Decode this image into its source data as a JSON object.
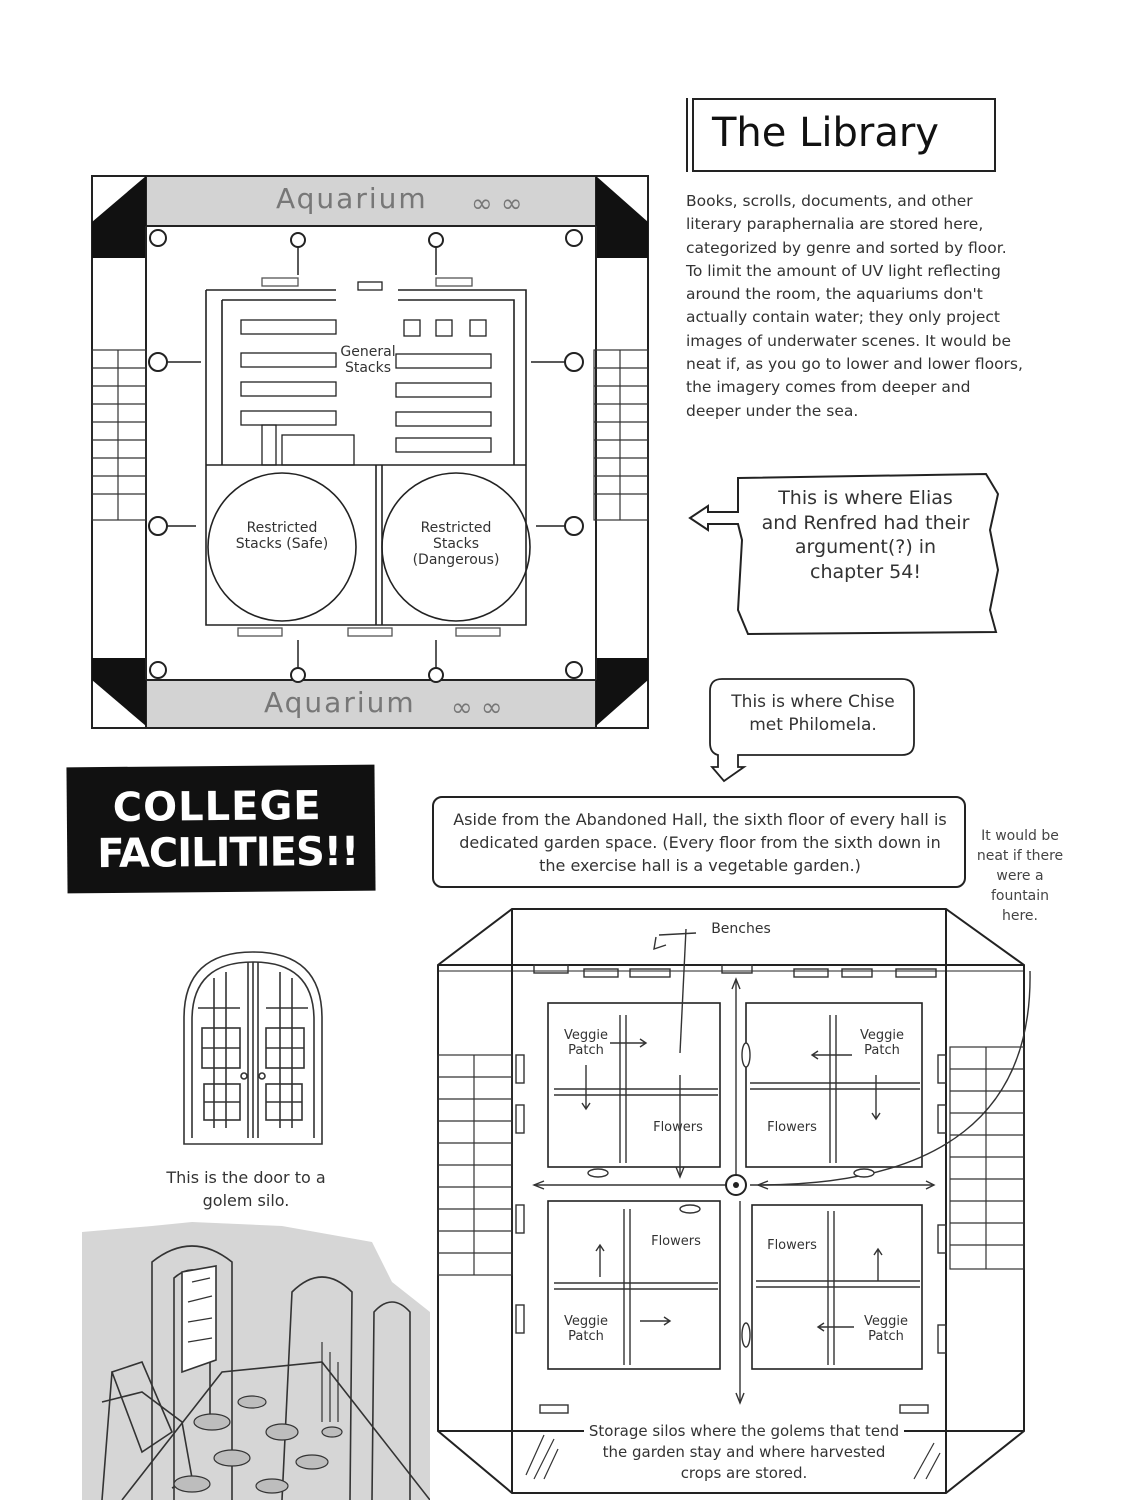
{
  "library": {
    "title": "The Library",
    "description": "Books, scrolls, documents, and other literary paraphernalia are stored here, categorized by genre and sorted by floor. To limit the amount of UV light reflecting around the room, the aquariums don't actually contain water; they only project images of underwater scenes. It would be neat if, as you go to lower and lower floors, the imagery comes from deeper and deeper under the sea.",
    "callout": "This is where Elias and Renfred had their argument(?) in chapter 54!",
    "map": {
      "aquarium_top": "Aquarium",
      "aquarium_bottom": "Aquarium",
      "general_stacks": "General Stacks",
      "restricted_safe": "Restricted Stacks (Safe)",
      "restricted_dangerous": "Restricted Stacks (Dangerous)"
    }
  },
  "chise_note": "This is where Chise met Philomela.",
  "banner": {
    "line1": "COLLEGE",
    "line2": "FACILITIES!!"
  },
  "garden": {
    "intro": "Aside from the Abandoned Hall, the sixth floor of every hall is dedicated garden space. (Every floor from the sixth down in the exercise hall is a vegetable garden.)",
    "fountain_note": "It would be neat if there were a fountain here.",
    "benches": "Benches",
    "veggie_patch": "Veggie Patch",
    "flowers": "Flowers",
    "storage_note": "Storage silos where the golems that tend the garden stay and where harvested crops are stored."
  },
  "golem_door_caption": "This is the door to a golem silo."
}
